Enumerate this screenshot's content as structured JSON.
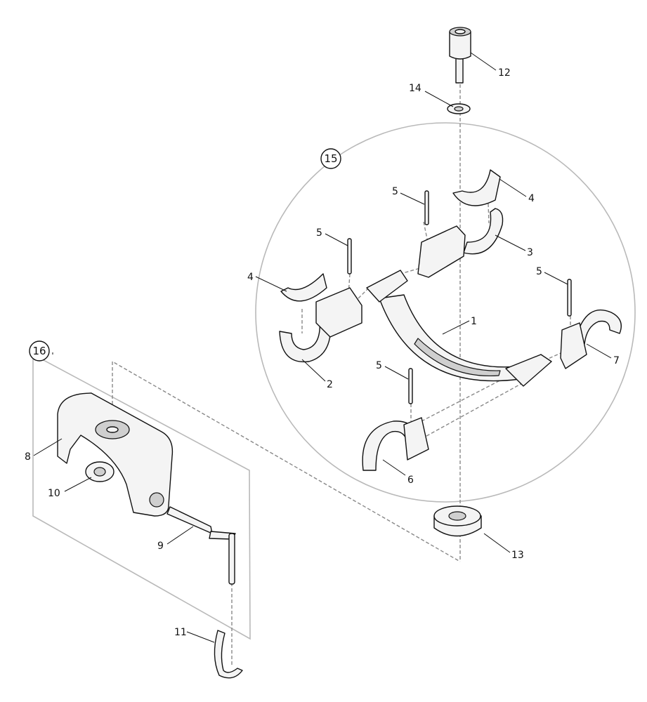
{
  "diagram": {
    "group_badges": [
      "15",
      "16"
    ],
    "callouts": [
      "1",
      "2",
      "3",
      "4",
      "4",
      "5",
      "5",
      "5",
      "5",
      "6",
      "7",
      "8",
      "9",
      "10",
      "11",
      "12",
      "13",
      "14"
    ]
  }
}
